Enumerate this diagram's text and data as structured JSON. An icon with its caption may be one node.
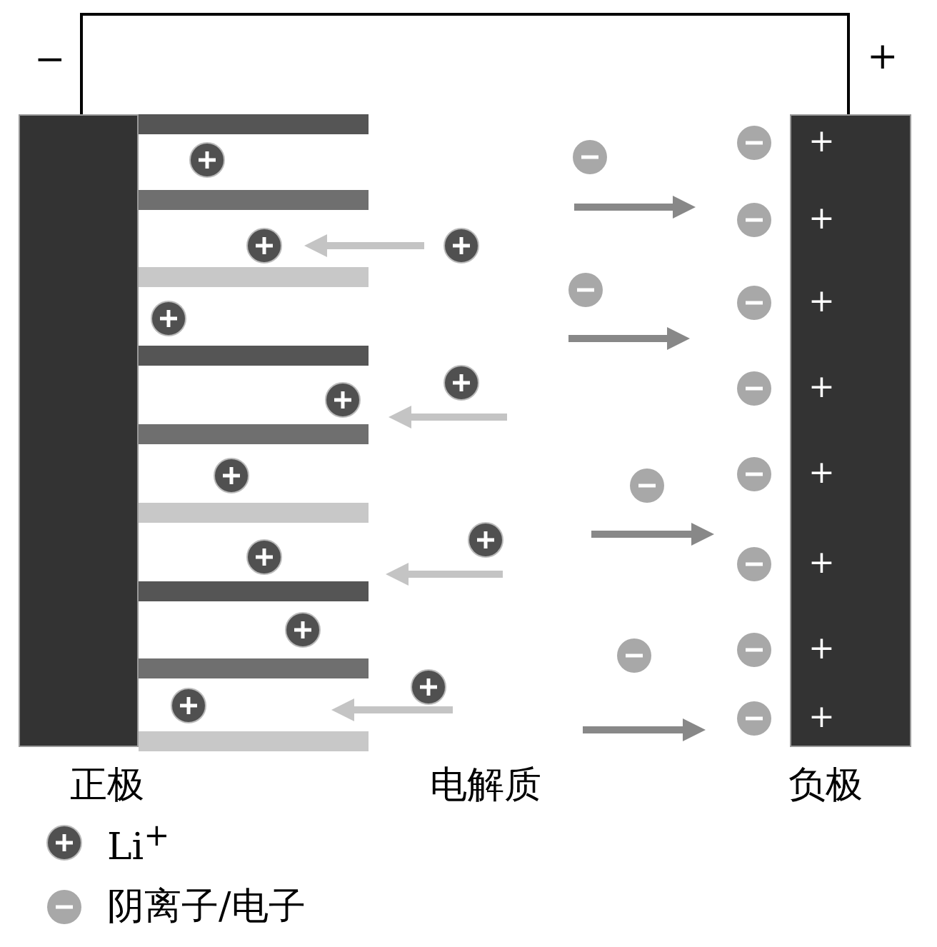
{
  "diagram": {
    "nodes": [
      {
        "text": [
          "正极"
        ]
      },
      {
        "text": [
          "负极"
        ]
      }
    ],
    "edges": [
      {
        "from": 0,
        "to": 1,
        "arrow": "none"
      }
    ],
    "labels": [
      "−",
      "+",
      "+",
      "+",
      "+",
      "+",
      "+",
      "+",
      "+",
      "+",
      "电解质"
    ],
    "legend": [
      {
        "text": "Li$^{+}$"
      },
      {
        "text": "阴离子/电子"
      }
    ]
  }
}
